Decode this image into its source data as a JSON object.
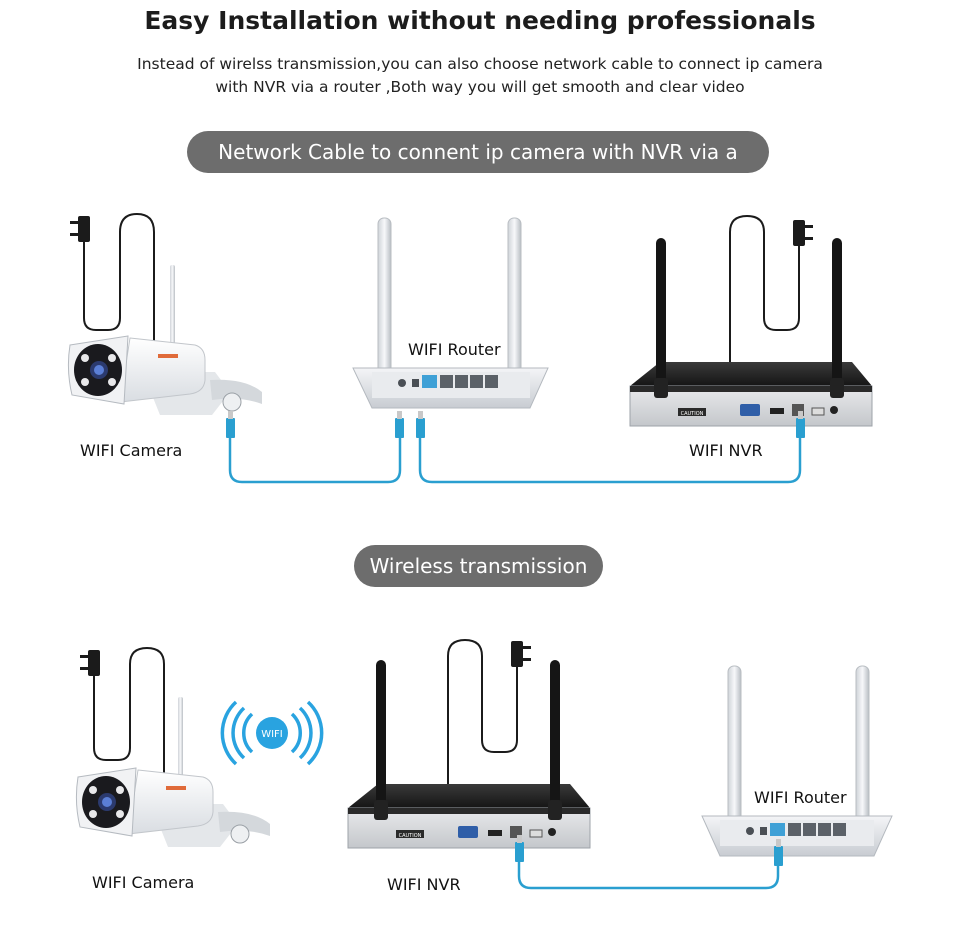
{
  "header": {
    "title": "Easy Installation without needing professionals",
    "subtitle_line1": "Instead of wirelss transmission,you can also choose network cable to connect ip camera",
    "subtitle_line2": "with NVR via a router ,Both way you will get smooth and clear video"
  },
  "section_wired": {
    "heading": "Network Cable to connent ip camera with NVR via a Route",
    "camera_label": "WIFI Camera",
    "router_label": "WIFI Router",
    "nvr_label": "WIFI NVR"
  },
  "section_wireless": {
    "heading": "Wireless transmission",
    "camera_label": "WIFI Camera",
    "nvr_label": "WIFI NVR",
    "router_label": "WIFI Router",
    "wifi_badge": "WIFI"
  },
  "device_marks": {
    "caution": "CAUTION"
  },
  "colors": {
    "pill": "#6d6d6d",
    "cable": "#2a9fd0",
    "wifi": "#29a3e0",
    "nvr_body": "#242424"
  }
}
